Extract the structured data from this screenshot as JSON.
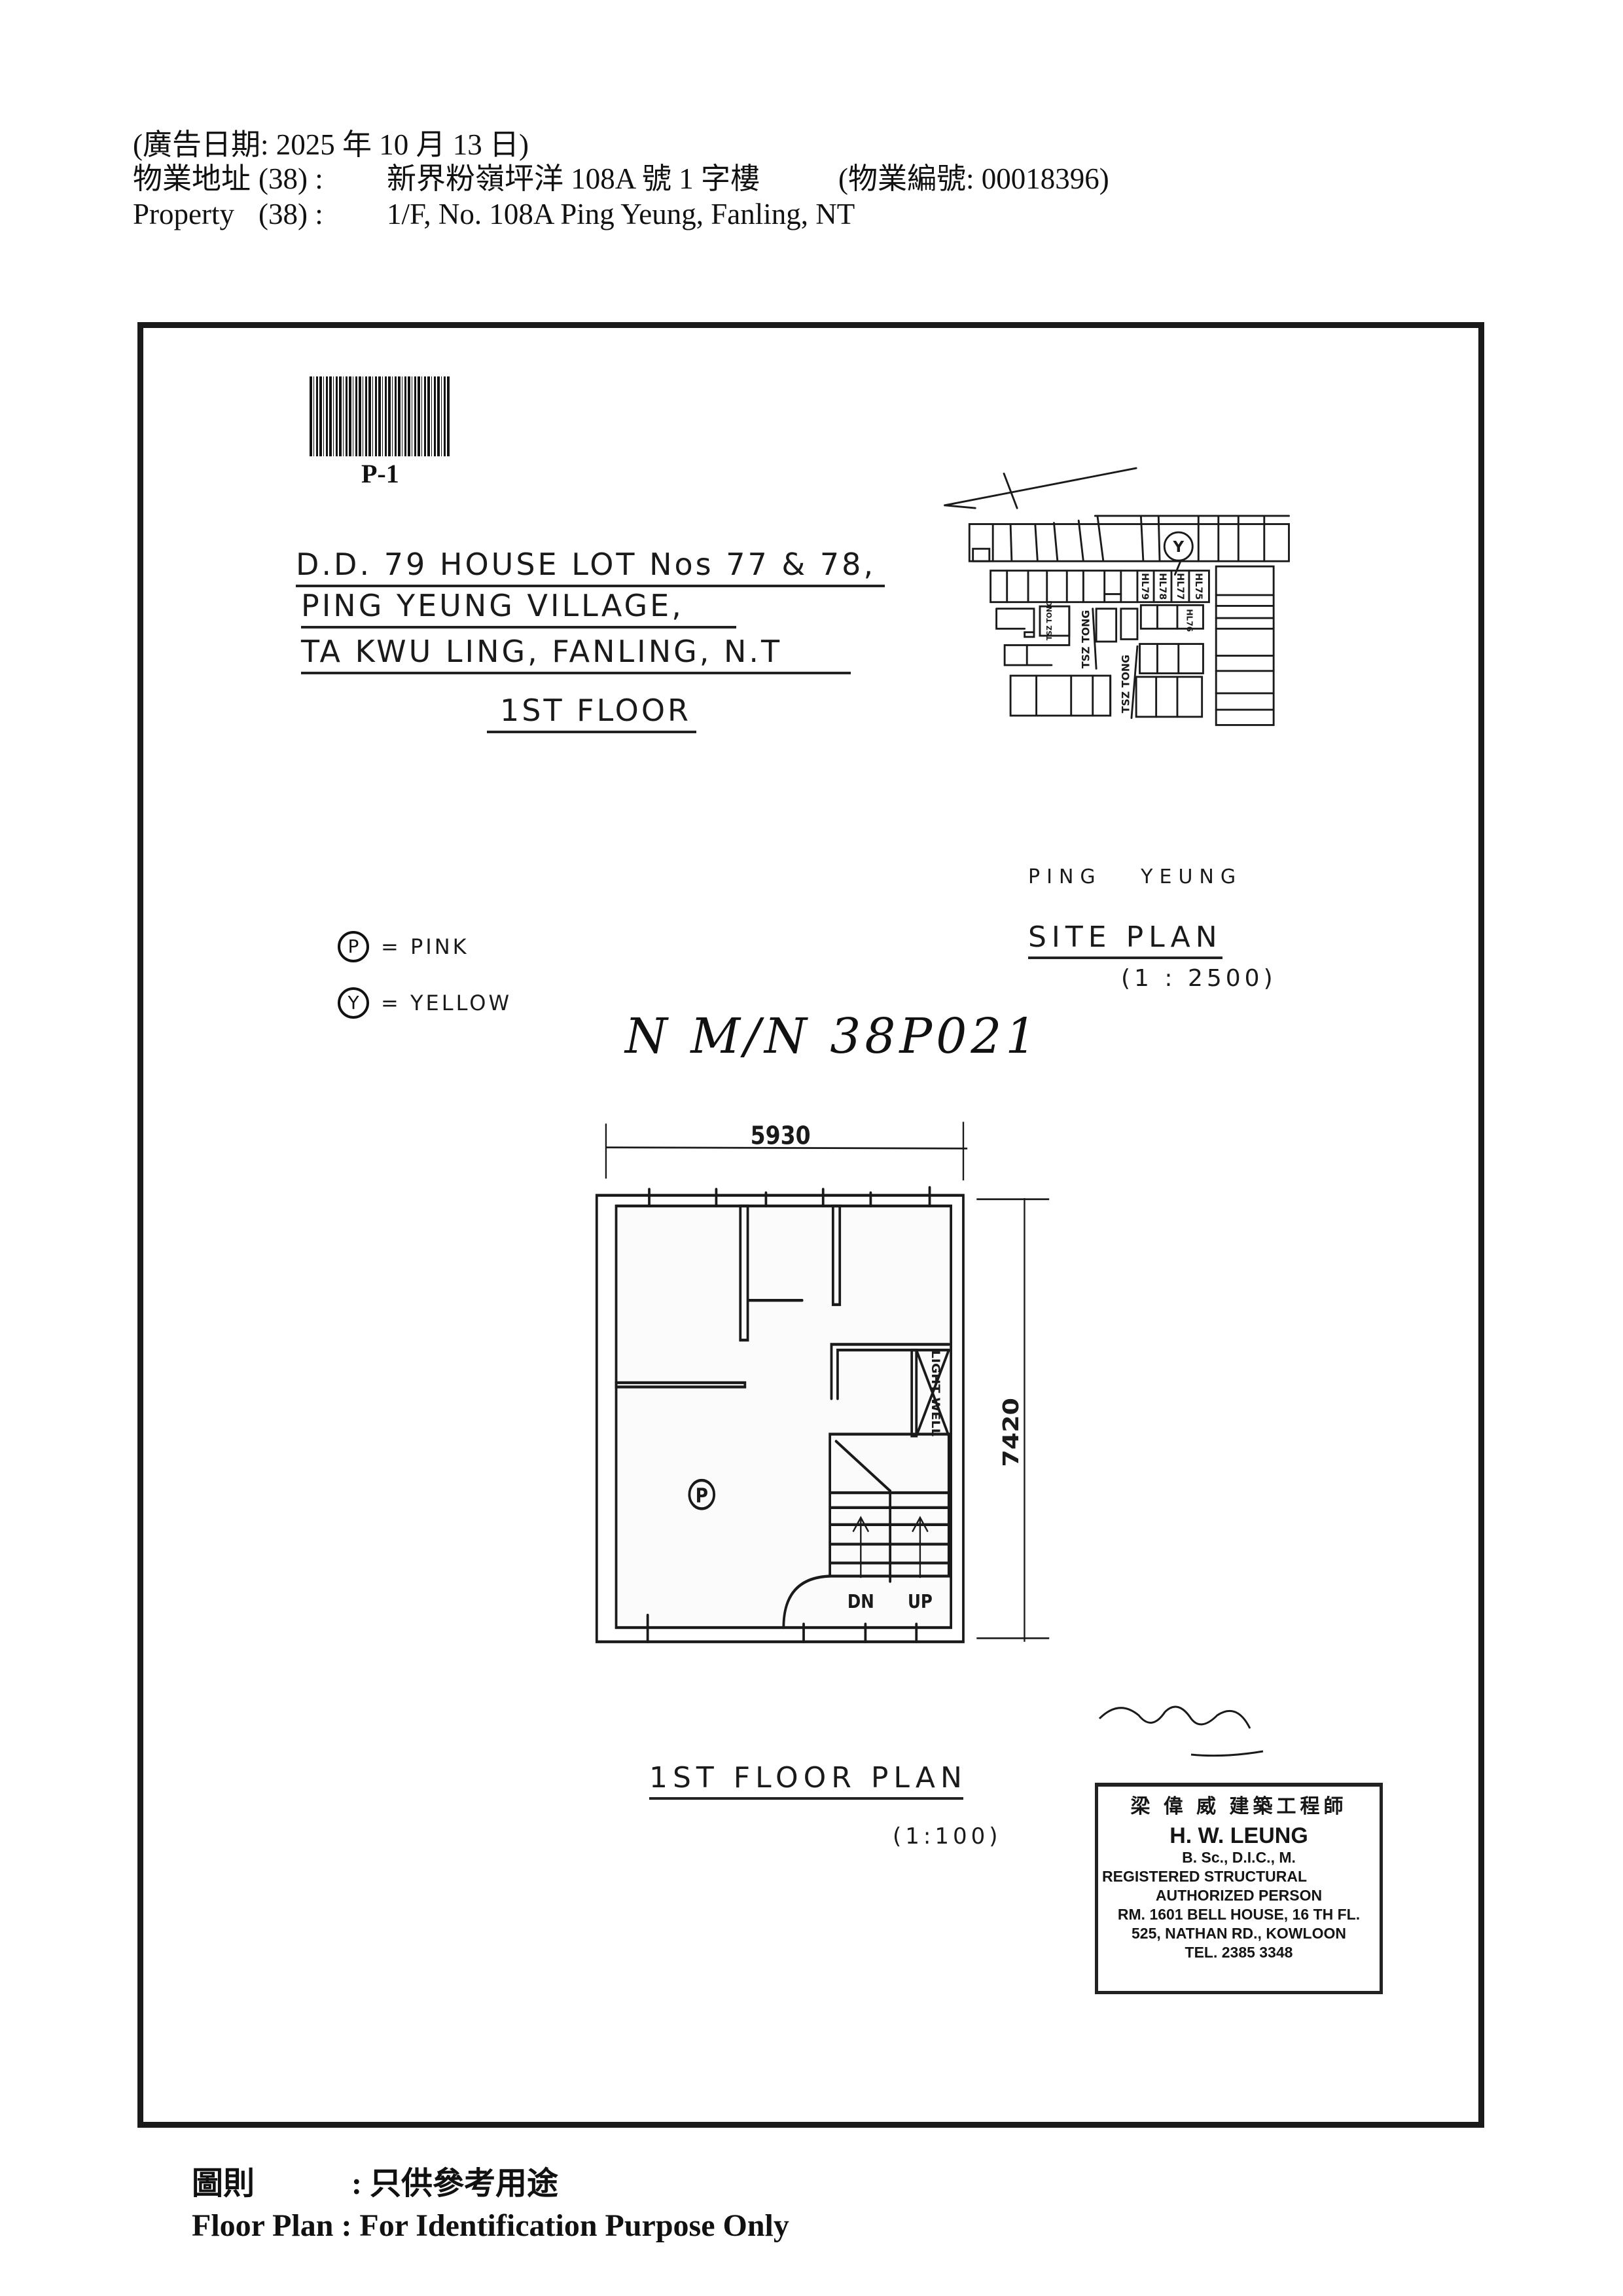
{
  "header": {
    "ad_date": "(廣告日期:   2025 年 10 月 13 日)",
    "address_label_zh": "物業地址",
    "address_no": "(38) :",
    "address_zh": "新界粉嶺坪洋 108A 號 1 字樓",
    "property_no": "(物業編號: 00018396)",
    "property_label_en": "Property",
    "property_no_en": "(38) :",
    "address_en": "1/F, No. 108A Ping Yeung, Fanling, NT"
  },
  "sheet": {
    "page_code": "P-1",
    "title_lines": [
      "D.D. 79 HOUSE LOT Nos 77 & 78,",
      "PING YEUNG VILLAGE,",
      "TA KWU LING, FANLING, N.T"
    ],
    "floor_title": "1ST FLOOR",
    "legend": [
      {
        "symbol": "P",
        "label": "= PINK",
        "color": "#f4a7b9"
      },
      {
        "symbol": "Y",
        "label": "= YELLOW",
        "color": "#f5e36b"
      }
    ],
    "handwritten_ref": "N M/N 38P021",
    "site_plan": {
      "title": "SITE PLAN",
      "scale": "(1 : 2500)",
      "road": "PING YEUNG",
      "lots": [
        "HL79",
        "HL78",
        "HL77",
        "HL75",
        "HL76"
      ],
      "tsz_tong": [
        "TSZ TONG",
        "TSZ TONG",
        "TSZ TONG"
      ],
      "marker": "Y"
    },
    "floor_plan": {
      "title": "1ST FLOOR PLAN",
      "scale": "(1:100)",
      "width_dim": "5930",
      "depth_dim": "7420",
      "marker": "P",
      "stair_down": "DN",
      "stair_up": "UP",
      "cupboard": "LIGHT WELL"
    },
    "stamp": {
      "line1": "梁 偉 威 建築工程師",
      "line2": "H. W. LEUNG",
      "line3": "B. Sc., D.I.C., M.",
      "line4": "REGISTERED STRUCTURAL",
      "line5": "AUTHORIZED PERSON",
      "line6": "RM. 1601 BELL HOUSE, 16 TH FL.",
      "line7": "525, NATHAN RD., KOWLOON",
      "line8": "TEL. 2385 3348"
    }
  },
  "footer": {
    "label_zh": "圖則",
    "text_zh": ": 只供參考用途",
    "text_en": "Floor Plan : For Identification Purpose Only"
  }
}
